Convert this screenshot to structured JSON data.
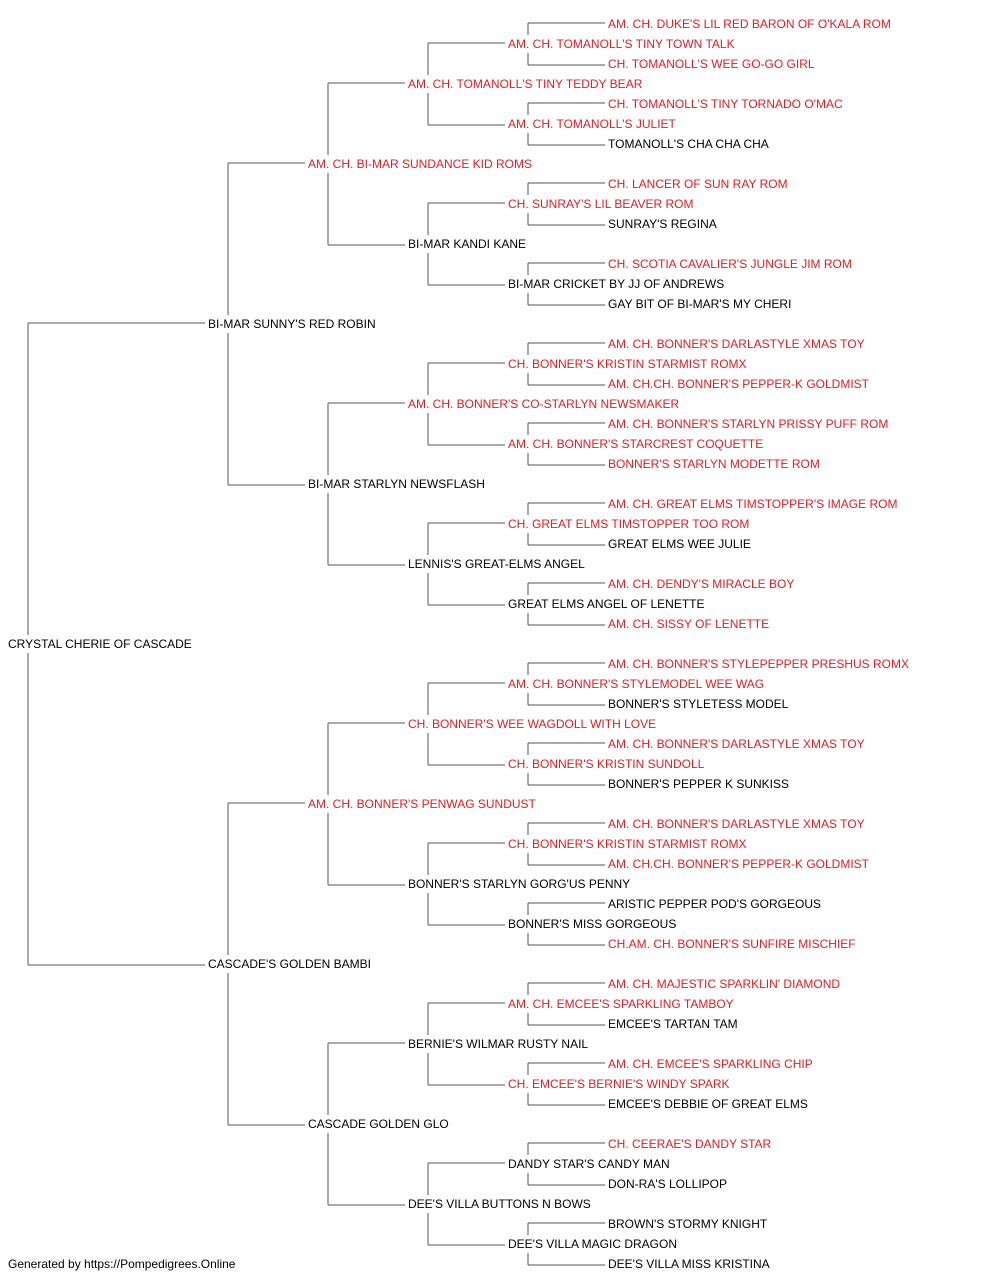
{
  "colors": {
    "champion": "#e8191f",
    "normal": "#000000",
    "line": "#555555"
  },
  "footer": "Generated by https://Pompedigrees.Online",
  "pedigree": {
    "name": "CRYSTAL CHERIE OF CASCADE",
    "champion": false,
    "sire": {
      "name": "BI-MAR SUNNY'S RED ROBIN",
      "champion": false,
      "sire": {
        "name": "AM. CH. BI-MAR SUNDANCE KID ROMS",
        "champion": true,
        "sire": {
          "name": "AM. CH. TOMANOLL'S TINY TEDDY BEAR",
          "champion": true,
          "sire": {
            "name": "AM. CH. TOMANOLL'S TINY TOWN TALK",
            "champion": true,
            "sire": {
              "name": "AM. CH. DUKE'S LIL RED BARON OF O'KALA ROM",
              "champion": true
            },
            "dam": {
              "name": "CH. TOMANOLL'S WEE GO-GO GIRL",
              "champion": true
            }
          },
          "dam": {
            "name": "AM. CH. TOMANOLL'S JULIET",
            "champion": true,
            "sire": {
              "name": "CH. TOMANOLL'S TINY TORNADO O'MAC",
              "champion": true
            },
            "dam": {
              "name": "TOMANOLL'S CHA CHA CHA",
              "champion": false
            }
          }
        },
        "dam": {
          "name": "BI-MAR KANDI KANE",
          "champion": false,
          "sire": {
            "name": "CH. SUNRAY'S LIL BEAVER ROM",
            "champion": true,
            "sire": {
              "name": "CH. LANCER OF SUN RAY ROM",
              "champion": true
            },
            "dam": {
              "name": "SUNRAY'S REGINA",
              "champion": false
            }
          },
          "dam": {
            "name": "BI-MAR CRICKET BY JJ OF ANDREWS",
            "champion": false,
            "sire": {
              "name": "CH. SCOTIA CAVALIER'S JUNGLE JIM ROM",
              "champion": true
            },
            "dam": {
              "name": "GAY BIT OF BI-MAR'S MY CHERI",
              "champion": false
            }
          }
        }
      },
      "dam": {
        "name": "BI-MAR STARLYN NEWSFLASH",
        "champion": false,
        "sire": {
          "name": "AM. CH. BONNER'S CO-STARLYN NEWSMAKER",
          "champion": true,
          "sire": {
            "name": "CH. BONNER'S KRISTIN STARMIST ROMX",
            "champion": true,
            "sire": {
              "name": "AM. CH. BONNER'S DARLASTYLE XMAS TOY",
              "champion": true
            },
            "dam": {
              "name": "AM. CH.CH. BONNER'S PEPPER-K GOLDMIST",
              "champion": true
            }
          },
          "dam": {
            "name": "AM. CH. BONNER'S STARCREST COQUETTE",
            "champion": true,
            "sire": {
              "name": "AM. CH. BONNER'S STARLYN PRISSY PUFF ROM",
              "champion": true
            },
            "dam": {
              "name": "BONNER'S STARLYN MODETTE ROM",
              "champion": true
            }
          }
        },
        "dam": {
          "name": "LENNIS'S GREAT-ELMS ANGEL",
          "champion": false,
          "sire": {
            "name": "CH. GREAT ELMS TIMSTOPPER TOO ROM",
            "champion": true,
            "sire": {
              "name": "AM. CH. GREAT ELMS TIMSTOPPER'S IMAGE ROM",
              "champion": true
            },
            "dam": {
              "name": "GREAT ELMS WEE JULIE",
              "champion": false
            }
          },
          "dam": {
            "name": "GREAT ELMS ANGEL OF LENETTE",
            "champion": false,
            "sire": {
              "name": "AM. CH. DENDY'S MIRACLE BOY",
              "champion": true
            },
            "dam": {
              "name": "AM. CH. SISSY OF LENETTE",
              "champion": true
            }
          }
        }
      }
    },
    "dam": {
      "name": "CASCADE'S GOLDEN BAMBI",
      "champion": false,
      "sire": {
        "name": "AM. CH. BONNER'S PENWAG SUNDUST",
        "champion": true,
        "sire": {
          "name": "CH. BONNER'S WEE WAGDOLL WITH LOVE",
          "champion": true,
          "sire": {
            "name": "AM. CH. BONNER'S STYLEMODEL WEE WAG",
            "champion": true,
            "sire": {
              "name": "AM. CH. BONNER'S STYLEPEPPER PRESHUS ROMX",
              "champion": true
            },
            "dam": {
              "name": "BONNER'S STYLETESS MODEL",
              "champion": false
            }
          },
          "dam": {
            "name": "CH. BONNER'S KRISTIN SUNDOLL",
            "champion": true,
            "sire": {
              "name": "AM. CH. BONNER'S DARLASTYLE XMAS TOY",
              "champion": true
            },
            "dam": {
              "name": "BONNER'S PEPPER K SUNKISS",
              "champion": false
            }
          }
        },
        "dam": {
          "name": "BONNER'S STARLYN GORG'US PENNY",
          "champion": false,
          "sire": {
            "name": "CH. BONNER'S KRISTIN STARMIST ROMX",
            "champion": true,
            "sire": {
              "name": "AM. CH. BONNER'S DARLASTYLE XMAS TOY",
              "champion": true
            },
            "dam": {
              "name": "AM. CH.CH. BONNER'S PEPPER-K GOLDMIST",
              "champion": true
            }
          },
          "dam": {
            "name": "BONNER'S MISS GORGEOUS",
            "champion": false,
            "sire": {
              "name": "ARISTIC PEPPER POD'S GORGEOUS",
              "champion": false
            },
            "dam": {
              "name": "CH.AM. CH. BONNER'S SUNFIRE MISCHIEF",
              "champion": true
            }
          }
        }
      },
      "dam": {
        "name": "CASCADE GOLDEN GLO",
        "champion": false,
        "sire": {
          "name": "BERNIE'S WILMAR RUSTY NAIL",
          "champion": false,
          "sire": {
            "name": "AM. CH. EMCEE'S SPARKLING TAMBOY",
            "champion": true,
            "sire": {
              "name": "AM. CH. MAJESTIC SPARKLIN' DIAMOND",
              "champion": true
            },
            "dam": {
              "name": "EMCEE'S TARTAN TAM",
              "champion": false
            }
          },
          "dam": {
            "name": "CH. EMCEE'S BERNIE'S WINDY SPARK",
            "champion": true,
            "sire": {
              "name": "AM. CH. EMCEE'S SPARKLING CHIP",
              "champion": true
            },
            "dam": {
              "name": "EMCEE'S DEBBIE OF GREAT ELMS",
              "champion": false
            }
          }
        },
        "dam": {
          "name": "DEE'S VILLA BUTTONS N BOWS",
          "champion": false,
          "sire": {
            "name": "DANDY STAR'S CANDY MAN",
            "champion": false,
            "sire": {
              "name": "CH. CEERAE'S DANDY STAR",
              "champion": true
            },
            "dam": {
              "name": "DON-RA'S LOLLIPOP",
              "champion": false
            }
          },
          "dam": {
            "name": "DEE'S VILLA MAGIC DRAGON",
            "champion": false,
            "sire": {
              "name": "BROWN'S STORMY KNIGHT",
              "champion": false
            },
            "dam": {
              "name": "DEE'S VILLA MISS KRISTINA",
              "champion": false
            }
          }
        }
      }
    }
  }
}
